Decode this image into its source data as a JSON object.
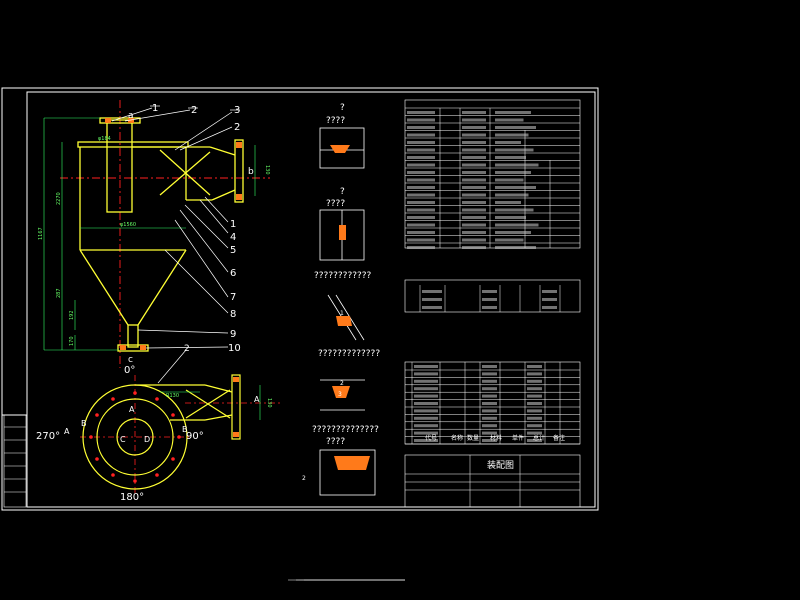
{
  "colors": {
    "background": "#000000",
    "frame": "#ffffff",
    "outline_yellow": "#ffff33",
    "center_red": "#ff2020",
    "dimension_green": "#33ff66",
    "leader_white": "#ffffff",
    "hatch_orange": "#ff7a1a"
  },
  "main_view": {
    "callouts": [
      "1",
      "2",
      "3",
      "2",
      "1",
      "4",
      "5",
      "6",
      "7",
      "8",
      "9",
      "10"
    ],
    "section_marks": {
      "a": "a",
      "b": "b",
      "c": "c"
    },
    "labels": {
      "top_dim": "φ184",
      "diameter": "φ1560",
      "vert_1": "1167",
      "vert_2": "2270",
      "vert_3": "287",
      "vert_4": "192",
      "vert_5": "170",
      "right_dim": "130"
    }
  },
  "plan_view": {
    "angles": {
      "top": "0°",
      "left": "270°",
      "right": "90°",
      "bottom": "180°"
    },
    "section_marks": {
      "A_left": "A",
      "A_right": "A",
      "A_center": "A",
      "B_right": "B",
      "B_left": "B",
      "C": "C",
      "D": "D"
    },
    "labels": {
      "inlet": "R130",
      "right_dim": "130"
    },
    "callout": "2"
  },
  "details": {
    "titles": [
      "?",
      "????",
      "?",
      "????",
      "????????????",
      "?????????????",
      "??????????????",
      "????"
    ],
    "marks": [
      "1",
      "2",
      "3",
      "2"
    ]
  },
  "title_block": {
    "main_title": "装配图",
    "row_labels": [
      "代号",
      "名称",
      "数量",
      "材料",
      "单件",
      "总计",
      "备注"
    ]
  }
}
